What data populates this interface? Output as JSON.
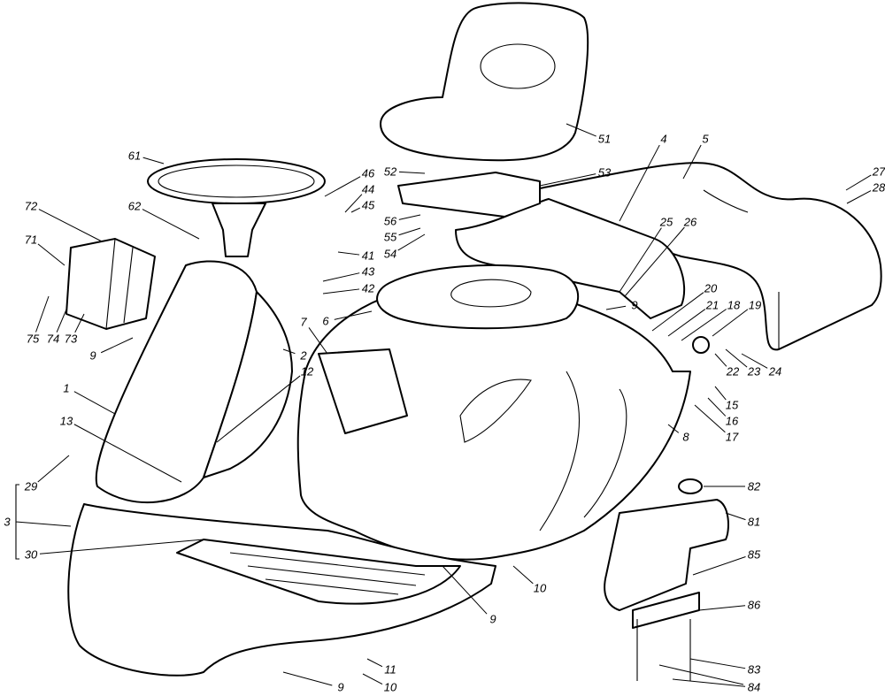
{
  "diagram": {
    "type": "exploded parts diagram",
    "callouts": [
      "51",
      "61",
      "46",
      "44",
      "45",
      "52",
      "53",
      "4",
      "5",
      "27",
      "28",
      "62",
      "72",
      "56",
      "55",
      "54",
      "71",
      "25",
      "26",
      "41",
      "43",
      "42",
      "20",
      "9",
      "6",
      "21",
      "18",
      "19",
      "75",
      "74",
      "73",
      "9",
      "7",
      "2",
      "12",
      "22",
      "23",
      "24",
      "1",
      "15",
      "16",
      "17",
      "13",
      "8",
      "29",
      "82",
      "3",
      "81",
      "30",
      "85",
      "10",
      "86",
      "9",
      "11",
      "83",
      "9",
      "10",
      "84"
    ]
  }
}
